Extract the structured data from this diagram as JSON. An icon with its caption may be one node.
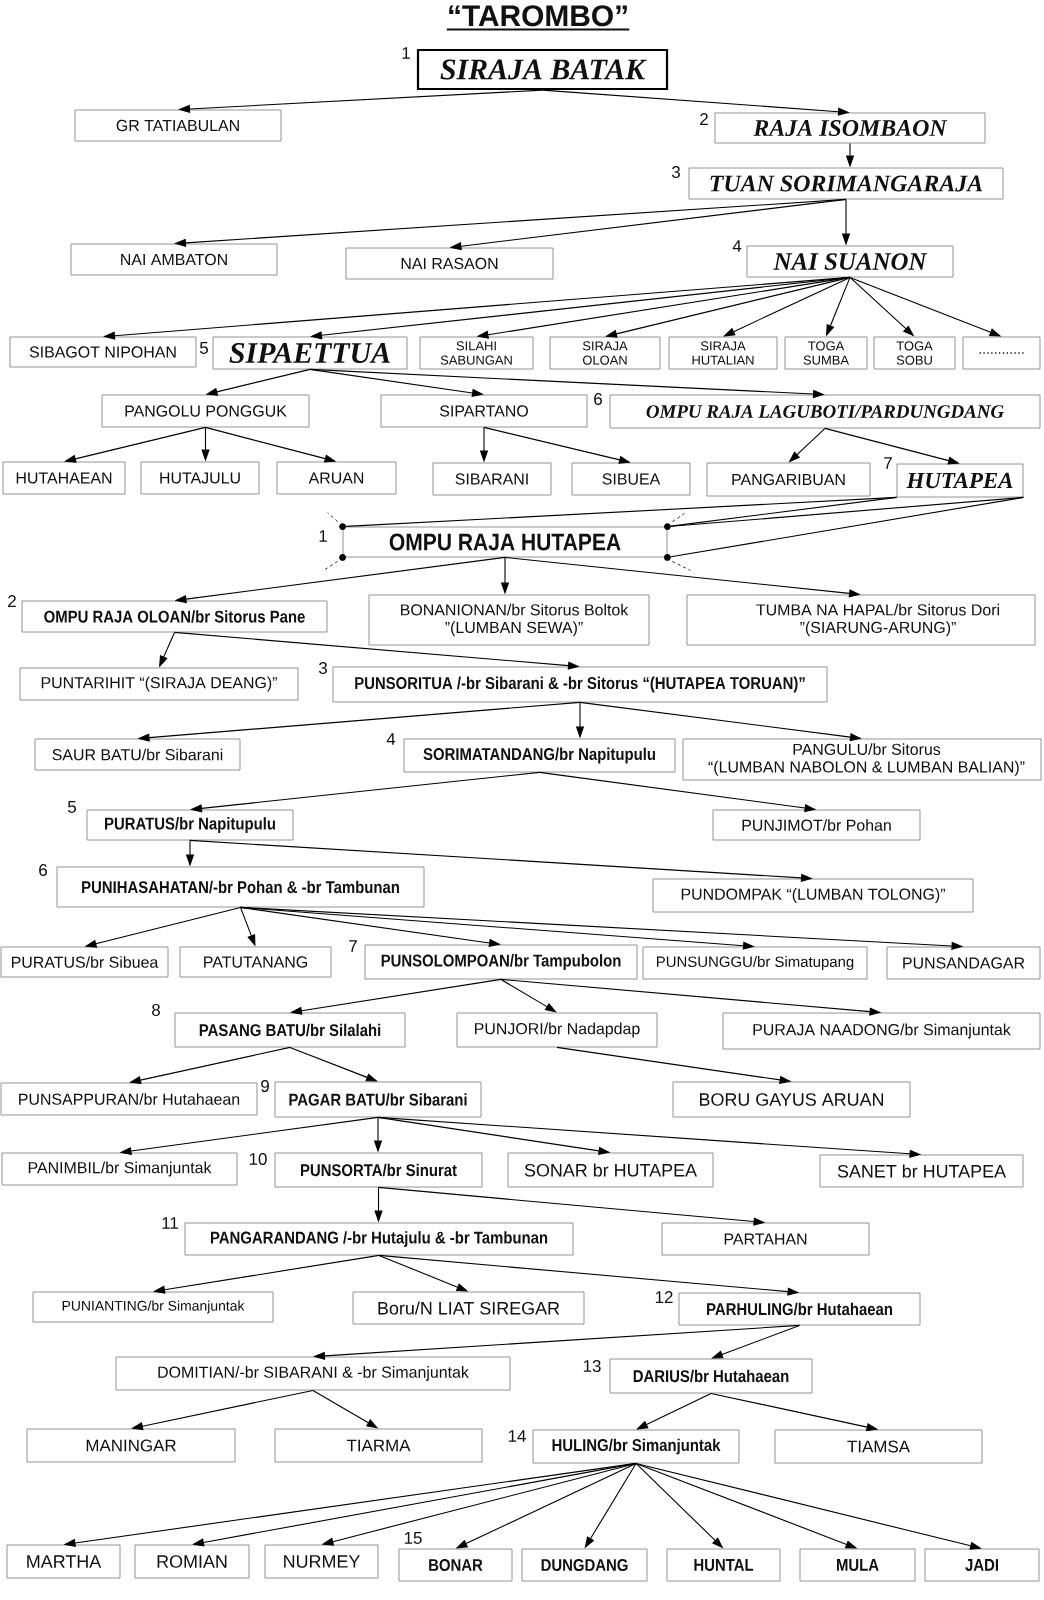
{
  "diagram": {
    "title": "“TAROMBO”",
    "nodes": [
      {
        "text": [
          "SIRAJA BATAK"
        ],
        "beside": [
          "1"
        ]
      },
      {
        "text": [
          "GR TATIABULAN"
        ]
      },
      {
        "text": [
          "RAJA ISOMBAON"
        ],
        "beside": [
          "2"
        ]
      },
      {
        "text": [
          "TUAN SORIMANGARAJA"
        ],
        "beside": [
          "3"
        ]
      },
      {
        "text": [
          "NAI AMBATON"
        ]
      },
      {
        "text": [
          "NAI RASAON"
        ]
      },
      {
        "text": [
          "NAI SUANON"
        ],
        "beside": [
          "4"
        ]
      },
      {
        "text": [
          "SIBAGOT NIPOHAN"
        ]
      },
      {
        "text": [
          "SIPAETTUA"
        ],
        "beside": [
          "5"
        ]
      },
      {
        "text": [
          "SILAHI SABUNGAN"
        ]
      },
      {
        "text": [
          "SIRAJA OLOAN"
        ]
      },
      {
        "text": [
          "SIRAJA HUTALIAN"
        ]
      },
      {
        "text": [
          "TOGA SUMBA"
        ]
      },
      {
        "text": [
          "TOGA SOBU"
        ]
      },
      {
        "text": [
          "............"
        ]
      },
      {
        "text": [
          "PANGOLU PONGGUK"
        ]
      },
      {
        "text": [
          "SIPARTANO"
        ]
      },
      {
        "text": [
          "OMPU RAJA LAGUBOTI/PARDUNGDANG"
        ],
        "beside": [
          "6"
        ]
      },
      {
        "text": [
          "HUTAHAEAN"
        ]
      },
      {
        "text": [
          "HUTAJULU"
        ]
      },
      {
        "text": [
          "ARUAN"
        ]
      },
      {
        "text": [
          "SIBARANI"
        ]
      },
      {
        "text": [
          "SIBUEA"
        ]
      },
      {
        "text": [
          "PANGARIBUAN"
        ]
      },
      {
        "text": [
          "HUTAPEA"
        ],
        "beside": [
          "7"
        ]
      },
      {
        "text": [
          "OMPU RAJA HUTAPEA"
        ],
        "beside": [
          "1"
        ]
      },
      {
        "text": [
          "OMPU RAJA OLOAN/br Sitorus Pane"
        ],
        "beside": [
          "2"
        ]
      },
      {
        "text": [
          "BONANIONAN/br Sitorus Boltok ”(LUMBAN SEWA)”"
        ]
      },
      {
        "text": [
          "TUMBA NA HAPAL/br Sitorus Dori ”(SIARUNG-ARUNG)”"
        ]
      },
      {
        "text": [
          "PUNTARIHIT “(SIRAJA DEANG)”"
        ]
      },
      {
        "text": [
          "PUNSORITUA /-br Sibarani & -br Sitorus “(HUTAPEA TORUAN)”"
        ],
        "beside": [
          "3"
        ]
      },
      {
        "text": [
          "SAUR BATU/br Sibarani"
        ]
      },
      {
        "text": [
          "SORIMATANDANG/br Napitupulu"
        ],
        "beside": [
          "4"
        ]
      },
      {
        "text": [
          "PANGULU/br Sitorus “(LUMBAN NABOLON & LUMBAN BALIAN)”"
        ]
      },
      {
        "text": [
          "PURATUS/br Napitupulu"
        ],
        "beside": [
          "5"
        ]
      },
      {
        "text": [
          "PUNJIMOT/br Pohan"
        ]
      },
      {
        "text": [
          "PUNIHASAHATAN/-br Pohan & -br Tambunan"
        ],
        "beside": [
          "6"
        ]
      },
      {
        "text": [
          "PUNDOMPAK “(LUMBAN TOLONG)”"
        ]
      },
      {
        "text": [
          "PURATUS/br Sibuea"
        ]
      },
      {
        "text": [
          "PATUTANANG"
        ]
      },
      {
        "text": [
          "PUNSOLOMPOAN/br Tampubolon"
        ],
        "beside": [
          "7"
        ]
      },
      {
        "text": [
          "PUNSUNGGU/br Simatupang"
        ]
      },
      {
        "text": [
          "PUNSANDAGAR"
        ]
      },
      {
        "text": [
          "PASANG BATU/br Silalahi"
        ],
        "beside": [
          "8"
        ]
      },
      {
        "text": [
          "PUNJORI/br Nadapdap"
        ]
      },
      {
        "text": [
          "PURAJA NAADONG/br Simanjuntak"
        ]
      },
      {
        "text": [
          "PUNSAPPURAN/br Hutahaean"
        ]
      },
      {
        "text": [
          "PAGAR BATU/br Sibarani"
        ],
        "beside": [
          "9"
        ]
      },
      {
        "text": [
          "BORU GAYUS ARUAN"
        ]
      },
      {
        "text": [
          "PANIMBIL/br Simanjuntak"
        ]
      },
      {
        "text": [
          "PUNSORTA/br Sinurat"
        ],
        "beside": [
          "10"
        ]
      },
      {
        "text": [
          "SONAR br HUTAPEA"
        ]
      },
      {
        "text": [
          "SANET br HUTAPEA"
        ]
      },
      {
        "text": [
          "PANGARANDANG /-br Hutajulu & -br Tambunan"
        ],
        "beside": [
          "11"
        ]
      },
      {
        "text": [
          "PARTAHAN"
        ]
      },
      {
        "text": [
          "PUNIANTING/br Simanjuntak"
        ]
      },
      {
        "text": [
          "Boru/N LIAT SIREGAR"
        ]
      },
      {
        "text": [
          "PARHULING/br Hutahaean"
        ],
        "beside": [
          "12"
        ]
      },
      {
        "text": [
          "DOMITIAN/-br SIBARANI & -br Simanjuntak"
        ]
      },
      {
        "text": [
          "DARIUS/br Hutahaean"
        ],
        "beside": [
          "13"
        ]
      },
      {
        "text": [
          "MANINGAR"
        ]
      },
      {
        "text": [
          "TIARMA"
        ]
      },
      {
        "text": [
          "HULING/br Simanjuntak"
        ],
        "beside": [
          "14"
        ]
      },
      {
        "text": [
          "TIAMSA"
        ]
      },
      {
        "text": [
          "MARTHA"
        ]
      },
      {
        "text": [
          "ROMIAN"
        ]
      },
      {
        "text": [
          "NURMEY"
        ]
      },
      {
        "text": [
          "BONAR"
        ],
        "beside": [
          "15"
        ]
      },
      {
        "text": [
          "DUNGDANG"
        ]
      },
      {
        "text": [
          "HUNTAL"
        ]
      },
      {
        "text": [
          "MULA"
        ]
      },
      {
        "text": [
          "JADI"
        ]
      },
      {
        "text": [],
        "shape": "circle"
      },
      {
        "text": [],
        "shape": "circle"
      },
      {
        "text": [],
        "shape": "circle"
      },
      {
        "text": [],
        "shape": "circle"
      }
    ],
    "edges": [
      {
        "from": 0,
        "to": 1,
        "arrow": "to"
      },
      {
        "from": 0,
        "to": 2,
        "arrow": "to"
      },
      {
        "from": 2,
        "to": 3,
        "arrow": "to"
      },
      {
        "from": 3,
        "to": 4,
        "arrow": "to"
      },
      {
        "from": 3,
        "to": 5,
        "arrow": "to"
      },
      {
        "from": 3,
        "to": 6,
        "arrow": "to"
      },
      {
        "from": 6,
        "to": 7,
        "arrow": "to"
      },
      {
        "from": 6,
        "to": 8,
        "arrow": "to"
      },
      {
        "from": 6,
        "to": 9,
        "arrow": "to"
      },
      {
        "from": 6,
        "to": 10,
        "arrow": "to"
      },
      {
        "from": 6,
        "to": 11,
        "arrow": "to"
      },
      {
        "from": 6,
        "to": 12,
        "arrow": "to"
      },
      {
        "from": 6,
        "to": 13,
        "arrow": "to"
      },
      {
        "from": 6,
        "to": 14,
        "arrow": "to"
      },
      {
        "from": 8,
        "to": 15,
        "arrow": "to"
      },
      {
        "from": 8,
        "to": 16,
        "arrow": "to"
      },
      {
        "from": 8,
        "to": 17,
        "arrow": "to"
      },
      {
        "from": 15,
        "to": 18,
        "arrow": "to"
      },
      {
        "from": 15,
        "to": 19,
        "arrow": "to"
      },
      {
        "from": 15,
        "to": 20,
        "arrow": "to"
      },
      {
        "from": 16,
        "to": 21,
        "arrow": "to"
      },
      {
        "from": 16,
        "to": 22,
        "arrow": "to"
      },
      {
        "from": 17,
        "to": 23,
        "arrow": "to"
      },
      {
        "from": 17,
        "to": 24,
        "arrow": "to"
      },
      {
        "from": 24,
        "to": 72,
        "arrow": "none"
      },
      {
        "from": 24,
        "to": 73,
        "arrow": "none"
      },
      {
        "from": 24,
        "to": 73,
        "arrow": "none"
      },
      {
        "from": 24,
        "to": 74,
        "arrow": "none"
      },
      {
        "from": 25,
        "to": 26,
        "arrow": "to"
      },
      {
        "from": 25,
        "to": 27,
        "arrow": "to"
      },
      {
        "from": 25,
        "to": 28,
        "arrow": "to"
      },
      {
        "from": 26,
        "to": 29,
        "arrow": "to"
      },
      {
        "from": 26,
        "to": 30,
        "arrow": "to"
      },
      {
        "from": 30,
        "to": 31,
        "arrow": "to"
      },
      {
        "from": 30,
        "to": 32,
        "arrow": "to"
      },
      {
        "from": 30,
        "to": 33,
        "arrow": "to"
      },
      {
        "from": 32,
        "to": 34,
        "arrow": "to"
      },
      {
        "from": 32,
        "to": 35,
        "arrow": "to"
      },
      {
        "from": 34,
        "to": 36,
        "arrow": "to"
      },
      {
        "from": 34,
        "to": 37,
        "arrow": "to"
      },
      {
        "from": 36,
        "to": 38,
        "arrow": "to"
      },
      {
        "from": 36,
        "to": 39,
        "arrow": "to"
      },
      {
        "from": 36,
        "to": 40,
        "arrow": "to"
      },
      {
        "from": 36,
        "to": 41,
        "arrow": "to"
      },
      {
        "from": 36,
        "to": 42,
        "arrow": "to"
      },
      {
        "from": 40,
        "to": 43,
        "arrow": "to"
      },
      {
        "from": 40,
        "to": 44,
        "arrow": "to"
      },
      {
        "from": 40,
        "to": 45,
        "arrow": "to"
      },
      {
        "from": 43,
        "to": 46,
        "arrow": "to"
      },
      {
        "from": 43,
        "to": 47,
        "arrow": "to"
      },
      {
        "from": 44,
        "to": 48,
        "arrow": "to"
      },
      {
        "from": 47,
        "to": 49,
        "arrow": "to"
      },
      {
        "from": 47,
        "to": 50,
        "arrow": "to"
      },
      {
        "from": 47,
        "to": 51,
        "arrow": "to"
      },
      {
        "from": 47,
        "to": 52,
        "arrow": "to"
      },
      {
        "from": 50,
        "to": 53,
        "arrow": "to"
      },
      {
        "from": 50,
        "to": 54,
        "arrow": "to"
      },
      {
        "from": 53,
        "to": 55,
        "arrow": "to"
      },
      {
        "from": 53,
        "to": 56,
        "arrow": "to"
      },
      {
        "from": 53,
        "to": 57,
        "arrow": "to"
      },
      {
        "from": 57,
        "to": 58,
        "arrow": "to"
      },
      {
        "from": 57,
        "to": 59,
        "arrow": "to"
      },
      {
        "from": 58,
        "to": 60,
        "arrow": "to"
      },
      {
        "from": 58,
        "to": 61,
        "arrow": "to"
      },
      {
        "from": 59,
        "to": 62,
        "arrow": "to"
      },
      {
        "from": 59,
        "to": 63,
        "arrow": "to"
      },
      {
        "from": 62,
        "to": 64,
        "arrow": "to"
      },
      {
        "from": 62,
        "to": 65,
        "arrow": "to"
      },
      {
        "from": 62,
        "to": 66,
        "arrow": "to"
      },
      {
        "from": 62,
        "to": 67,
        "arrow": "to"
      },
      {
        "from": 62,
        "to": 68,
        "arrow": "to"
      },
      {
        "from": 62,
        "to": 69,
        "arrow": "to"
      },
      {
        "from": 62,
        "to": 70,
        "arrow": "to"
      },
      {
        "from": 62,
        "to": 71,
        "arrow": "to"
      }
    ]
  }
}
